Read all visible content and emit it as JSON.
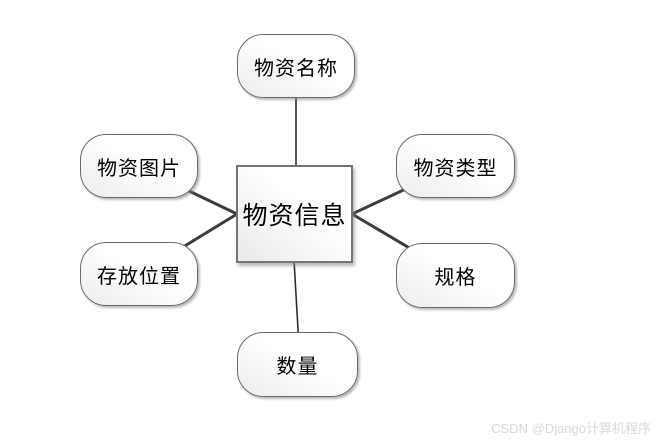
{
  "diagram": {
    "center": {
      "label": "物资信息"
    },
    "attributes": [
      {
        "label": "物资名称"
      },
      {
        "label": "物资图片"
      },
      {
        "label": "存放位置"
      },
      {
        "label": "物资类型"
      },
      {
        "label": "规格"
      },
      {
        "label": "数量"
      }
    ],
    "colors": {
      "node_border": "#6b6b6b",
      "node_fill": "#ffffff",
      "connector": "#3d3d3d",
      "text": "#000000",
      "watermark": "#d9d9d9"
    }
  },
  "watermark": {
    "text": "CSDN @Django计算机程序"
  }
}
